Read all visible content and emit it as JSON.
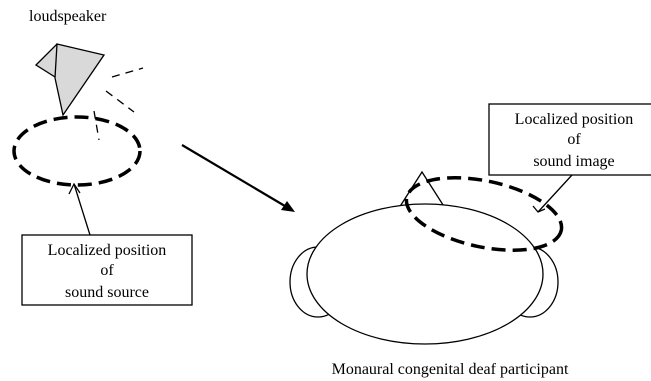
{
  "labels": {
    "loudspeaker": "loudspeaker",
    "source_box": {
      "line1": "Localized position",
      "line2": "of",
      "line3": "sound source"
    },
    "image_box": {
      "line1": "Localized position",
      "line2": "of",
      "line3": "sound image"
    },
    "participant_caption": "Monaural congenital deaf participant"
  },
  "colors": {
    "stroke": "#000000",
    "speaker_fill": "#d9d9d9",
    "background": "#ffffff"
  }
}
